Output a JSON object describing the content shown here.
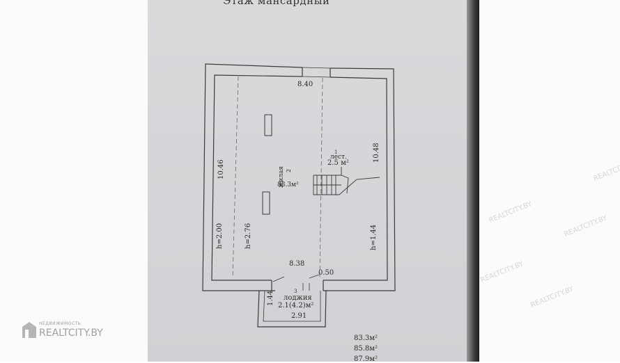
{
  "title": "Этаж мансардный",
  "dimensions": {
    "top_width": "8.40",
    "left_length": "10.46",
    "right_length": "10.48",
    "left_height": "h=2.00",
    "center_height": "h=2.76",
    "right_height": "h=1.44",
    "bottom_width": "8.38",
    "door_offset": "0.50",
    "loggia_side": "1.44",
    "loggia_width": "2.91"
  },
  "rooms": {
    "hall": {
      "number": "2",
      "name": "жилая",
      "area": "83.3м²"
    },
    "stair": {
      "number": "1",
      "name": "лест.",
      "area": "2.5 м²"
    },
    "loggia": {
      "number": "3",
      "name": "лоджия",
      "area": "2.1(4.2)м²"
    }
  },
  "totals": [
    "83.3м²",
    "85.8м²",
    "87.9м²"
  ],
  "watermark": {
    "small": "НЕДВИЖИМОСТЬ",
    "big": "REALTCITY.BY",
    "tile": "REALTCITY.BY"
  }
}
